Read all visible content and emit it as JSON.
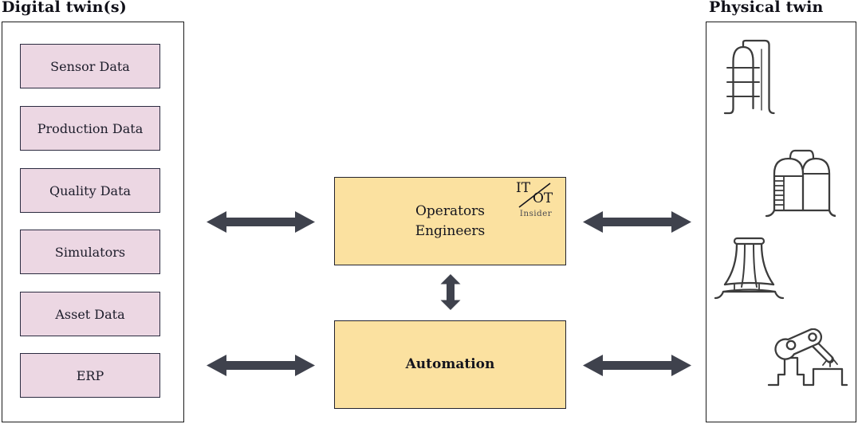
{
  "header": {
    "digital_title": "Digital twin(s)",
    "physical_title": "Physical twin"
  },
  "digital_panel": {
    "items": [
      "Sensor Data",
      "Production Data",
      "Quality Data",
      "Simulators",
      "Asset Data",
      "ERP"
    ]
  },
  "center": {
    "operators_line1": "Operators",
    "operators_line2": "Engineers",
    "automation_label": "Automation",
    "logo": {
      "top": "IT",
      "bottom": "OT",
      "caption": "Insider"
    }
  },
  "physical_panel": {
    "icons": [
      "distillation-column-icon",
      "storage-silos-icon",
      "cooling-tower-icon",
      "robot-arm-icon"
    ]
  },
  "connections": [
    "digital-operators",
    "operators-physical",
    "operators-automation",
    "digital-automation",
    "automation-physical"
  ],
  "colors": {
    "digital_box_fill": "#ECD7E3",
    "digital_box_border": "#2B2B40",
    "center_box_fill": "#FBE1A0",
    "center_box_border": "#23232F",
    "panel_border": "#1B1B1B",
    "arrow": "#3F424D",
    "sketch_stroke": "#3C3C3C",
    "text": "#15151E"
  }
}
